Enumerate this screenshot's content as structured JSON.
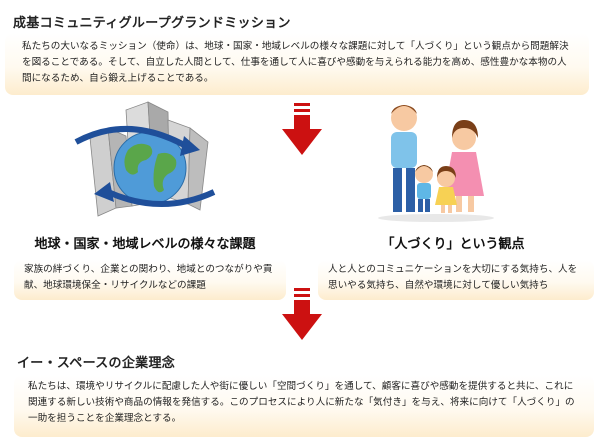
{
  "mission": {
    "title": "成基コミュニティグループグランドミッション",
    "body": "私たちの大いなるミッション（使命）は、地球・国家・地域レベルの様々な課題に対して「人づくり」という観点から問題解決を図ることである。そして、自立した人間として、仕事を通して人に喜びや感動を与えられる能力を高め、感性豊かな本物の人間になるため、自ら鍛え上げることである。"
  },
  "left": {
    "title": "地球・国家・地域レベルの様々な課題",
    "body": "家族の絆づくり、企業との関わり、地域とのつながりや貢献、地球環境保全・リサイクルなどの課題",
    "illustration_icon": "globe-buildings-illustration"
  },
  "right": {
    "title": "「人づくり」という観点",
    "body": "人と人とのコミュニケーションを大切にする気持ち、人を思いやる気持ち、自然や環境に対して優しい気持ち",
    "illustration_icon": "family-illustration"
  },
  "philosophy": {
    "title": "イー・スペースの企業理念",
    "body": "私たちは、環境やリサイクルに配慮した人や街に優しい「空間づくり」を通して、顧客に喜びや感動を提供すると共に、これに関連する新しい技術や商品の情報を発信する。このプロセスにより人に新たな「気付き」を与え、将来に向けて「人づくり」の一助を担うことを企業理念とする。"
  },
  "colors": {
    "arrow_red": "#cc1111",
    "box_cream": "#fdeccd"
  }
}
